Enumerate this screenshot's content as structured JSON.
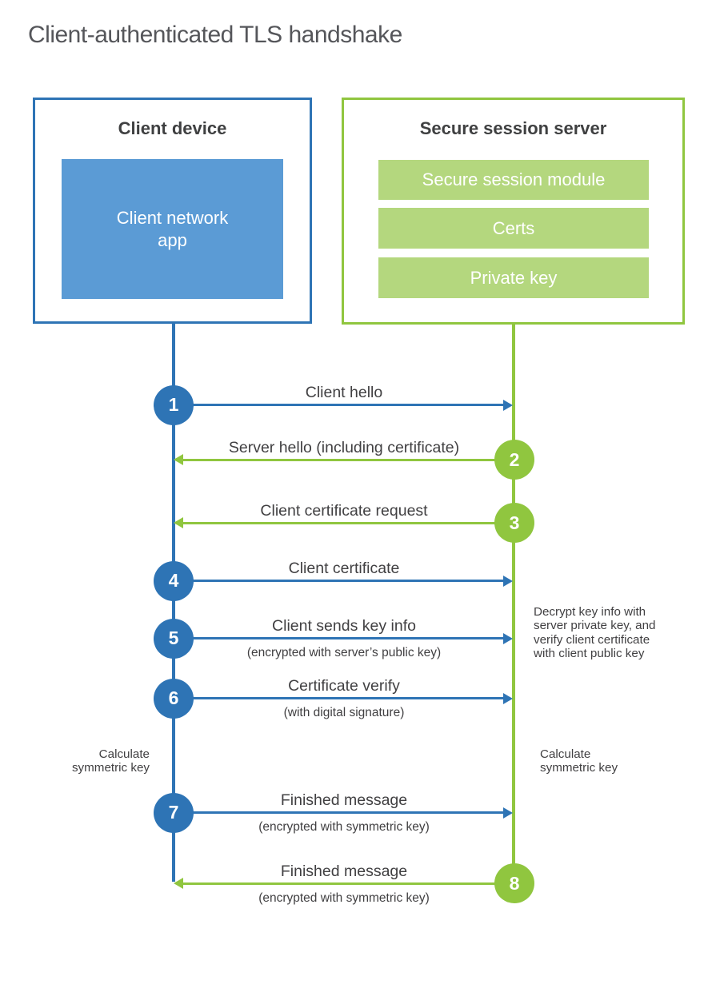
{
  "title": "Client-authenticated TLS handshake",
  "colors": {
    "blue": "#2e74b5",
    "blue_light": "#5b9bd5",
    "green": "#8fc640",
    "green_light": "#b4d77e",
    "text_dark": "#414042",
    "title_gray": "#4d4d4f"
  },
  "client_box": {
    "title": "Client device",
    "app_lines": [
      "Client network",
      "app"
    ]
  },
  "server_box": {
    "title": "Secure session server",
    "modules": [
      "Secure session module",
      "Certs",
      "Private key"
    ]
  },
  "steps": [
    {
      "number": "1",
      "label": "Client hello",
      "sublabel": "",
      "direction": "right",
      "color": "blue",
      "from": "client",
      "to": "server"
    },
    {
      "number": "2",
      "label": "Server hello (including certificate)",
      "sublabel": "",
      "direction": "left",
      "color": "green",
      "from": "server",
      "to": "client"
    },
    {
      "number": "3",
      "label": "Client certificate request",
      "sublabel": "",
      "direction": "left",
      "color": "green",
      "from": "server",
      "to": "client"
    },
    {
      "number": "4",
      "label": "Client certificate",
      "sublabel": "",
      "direction": "right",
      "color": "blue",
      "from": "client",
      "to": "server"
    },
    {
      "number": "5",
      "label": "Client sends key info",
      "sublabel": "(encrypted with server’s public key)",
      "direction": "right",
      "color": "blue",
      "from": "client",
      "to": "server"
    },
    {
      "number": "6",
      "label": "Certificate verify",
      "sublabel": "(with digital signature)",
      "direction": "right",
      "color": "blue",
      "from": "client",
      "to": "server"
    },
    {
      "number": "7",
      "label": "Finished message",
      "sublabel": "(encrypted with symmetric key)",
      "direction": "right",
      "color": "blue",
      "from": "client",
      "to": "server"
    },
    {
      "number": "8",
      "label": "Finished message",
      "sublabel": "(encrypted with symmetric key)",
      "direction": "left",
      "color": "green",
      "from": "server",
      "to": "client"
    }
  ],
  "notes": {
    "decrypt_lines": [
      "Decrypt key info with",
      "server private key, and",
      "verify client certificate",
      "with client public key"
    ],
    "calc_lines": [
      "Calculate",
      "symmetric key"
    ]
  }
}
